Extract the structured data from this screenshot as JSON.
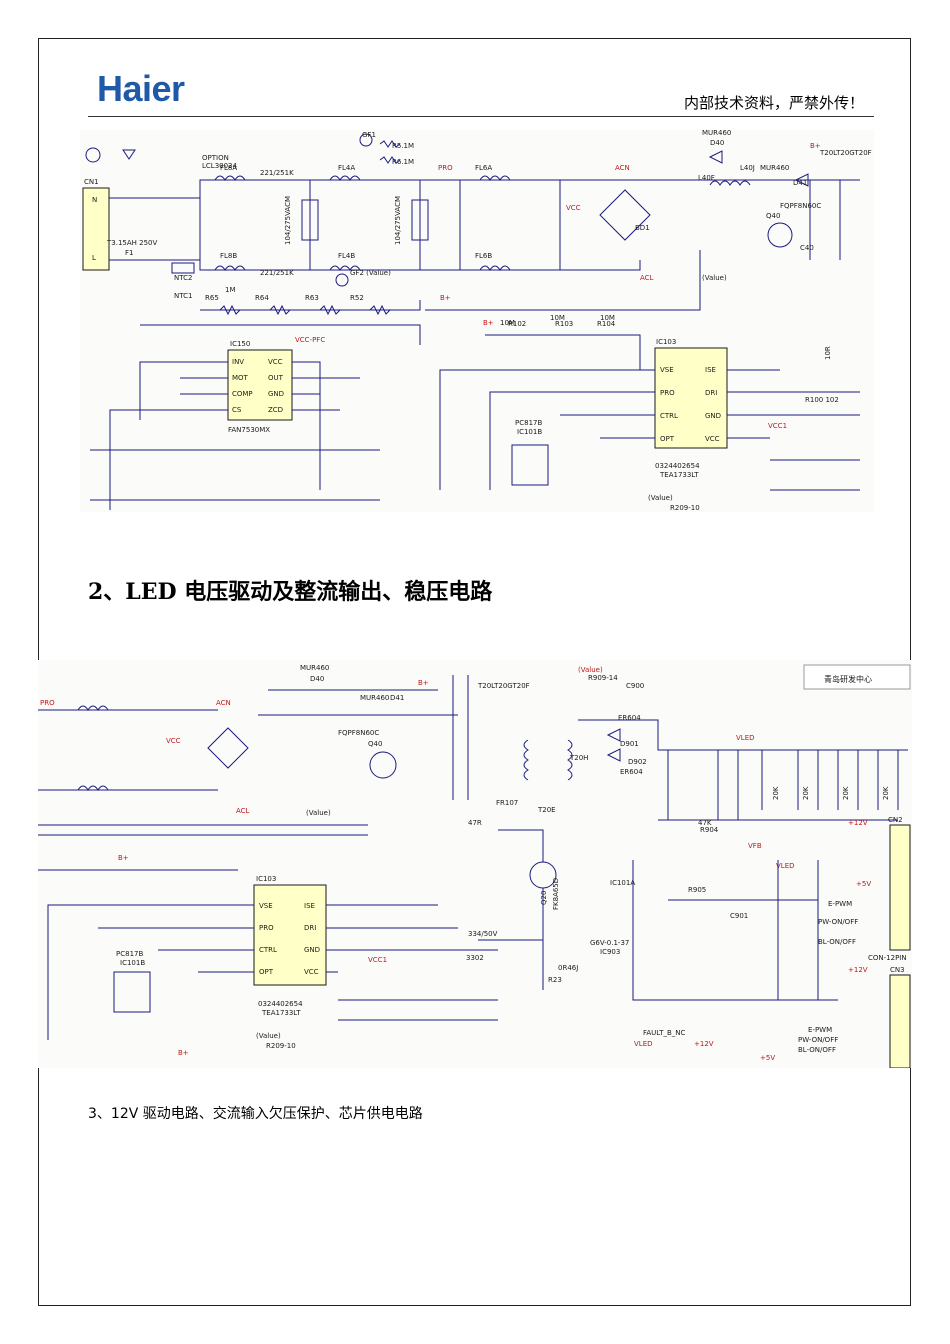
{
  "header": {
    "logo": "Haier",
    "note": "内部技术资料，严禁外传！"
  },
  "schematic1": {
    "labels": {
      "cn1": "CN1",
      "fuse": "T3.15AH 250V",
      "f1": "F1",
      "n": "N",
      "l": "L",
      "option": "OPTION",
      "lcl": "LCL30024",
      "fl8a": "FL8A",
      "fl8b": "FL8B",
      "fl4a": "FL4A",
      "fl4b": "FL4B",
      "fl6a": "FL6A",
      "fl6b": "FL6B",
      "cy": "221/251K",
      "cx1": "104/275VACM",
      "gf1": "GF1",
      "gf2": "GF2 (Value)",
      "r51": "R5.1M",
      "r61": "R6.1M",
      "ntc2": "NTC2",
      "ntc1": "NTC1",
      "pro": "PRO",
      "acn": "ACN",
      "acl": "ACL",
      "vcc": "VCC",
      "bd1": "BD1",
      "mur460": "MUR460",
      "d40": "D40",
      "d41": "D41",
      "l40j": "L40J",
      "l40f": "L40F",
      "q40": "Q40",
      "fqp": "FQPF8N60C",
      "c40": "C40",
      "value": "(Value)",
      "bplus": "B+",
      "r1m": "1M",
      "r65": "R65",
      "r64": "R64",
      "r63": "R63",
      "r52": "R52",
      "ic150": "IC150",
      "fan": "FAN7530MX",
      "vccpfc": "VCC-PFC",
      "inv": "INV",
      "mot": "MOT",
      "comp": "COMP",
      "cs": "CS",
      "vccpin": "VCC",
      "out": "OUT",
      "gnd": "GND",
      "zcd": "ZCD",
      "r10m": "10M",
      "r102": "R102",
      "r103": "R103",
      "r104": "R104",
      "ic103": "IC103",
      "vse": "VSE",
      "pro2": "PRO",
      "ctrl": "CTRL",
      "opt": "OPT",
      "ise": "ISE",
      "dri": "DRI",
      "tea": "TEA1733LT",
      "tea_code": "0324402654",
      "pc817": "PC817B",
      "ic101b": "IC101B",
      "r102b": "R102",
      "vcc1": "VCC1",
      "r209": "R209-10",
      "t20": "T20LT20GT20F",
      "r10": "10R",
      "r1002": "R100 102"
    }
  },
  "section2": {
    "title": "2、LED 电压驱动及整流输出、稳压电路"
  },
  "schematic2": {
    "labels": {
      "corner": "青岛研发中心",
      "vled": "VLED",
      "vfb": "VFB",
      "p12v": "+12V",
      "p5v": "+5V",
      "epwm": "E-PWM",
      "pwon": "PW-ON/OFF",
      "blon": "BL-ON/OFF",
      "cn2": "CN2",
      "cn3": "CN3",
      "con12": "CON-12PIN",
      "r904": "R904",
      "r905": "R905",
      "c901": "C901",
      "r47k": "47K",
      "ic903": "IC903",
      "ic101a": "IC101A",
      "tl431": "G6V-0.1-37",
      "q20": "Q20",
      "fk8": "FK8A65D",
      "er604": "ER604",
      "d901": "D901",
      "d902": "D902",
      "t20h": "T20H",
      "t20e": "T20E",
      "r909": "R909-14",
      "c900": "C900",
      "r21": "47R",
      "fr107": "FR107",
      "r23": "R23",
      "r046": "0R46J",
      "r22": "3302",
      "c22": "334/50V",
      "fault": "FAULT_B_NC",
      "vled2": "VLED",
      "p12v2": "+12V",
      "p5v2": "+5V",
      "acn2": "ACN",
      "acl2": "ACL",
      "pro3": "PRO",
      "vcc2": "VCC",
      "b2": "B+",
      "ic1032": "IC103",
      "tea2": "TEA1733LT",
      "tea_code2": "0324402654",
      "vcc12": "VCC1",
      "r209b": "R209-10",
      "value2": "(Value)",
      "r20k": "20K"
    }
  },
  "section3": {
    "text": "3、12V 驱动电路、交流输入欠压保护、芯片供电电路"
  }
}
